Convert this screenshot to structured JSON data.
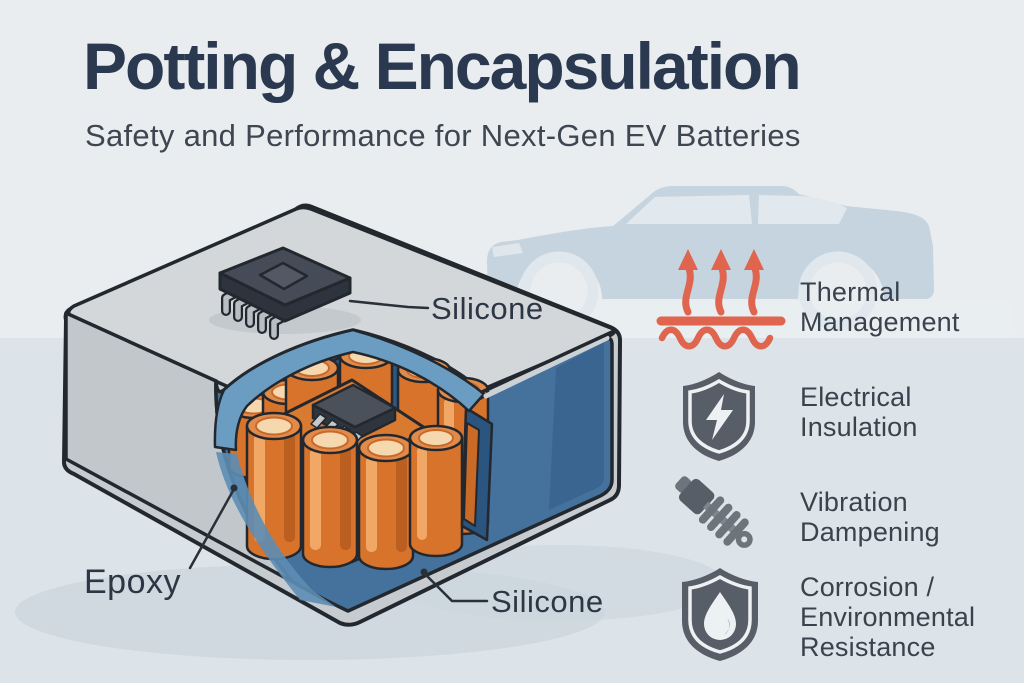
{
  "header": {
    "title": "Potting & Encapsulation",
    "subtitle": "Safety and Performance for Next-Gen EV Batteries"
  },
  "diagram": {
    "label_silicone_top": "Silicone",
    "label_epoxy": "Epoxy",
    "label_silicone_bottom": "Silicone",
    "subject": "EV battery module cutaway with potting compound layers"
  },
  "benefits": [
    {
      "icon": "heat-arrows-icon",
      "lines": [
        "Thermal",
        "Management"
      ]
    },
    {
      "icon": "shield-bolt-icon",
      "lines": [
        "Electrical",
        "Insulation"
      ]
    },
    {
      "icon": "shock-absorber-icon",
      "lines": [
        "Vibration",
        "Dampening"
      ]
    },
    {
      "icon": "shield-droplet-icon",
      "lines": [
        "Corrosion /",
        "Environmental",
        "Resistance"
      ]
    }
  ],
  "colors": {
    "accent_red": "#df654e",
    "icon_grey": "#585e67",
    "title_navy": "#2b3950",
    "silicone_blue": "#44729d",
    "silicone_rim_light": "#6b9cc2",
    "epoxy_casing_grey": "#c2c7cb",
    "cell_orange": "#d8732c",
    "background_top": "#e9edef",
    "background_bottom": "#dde4e9"
  }
}
